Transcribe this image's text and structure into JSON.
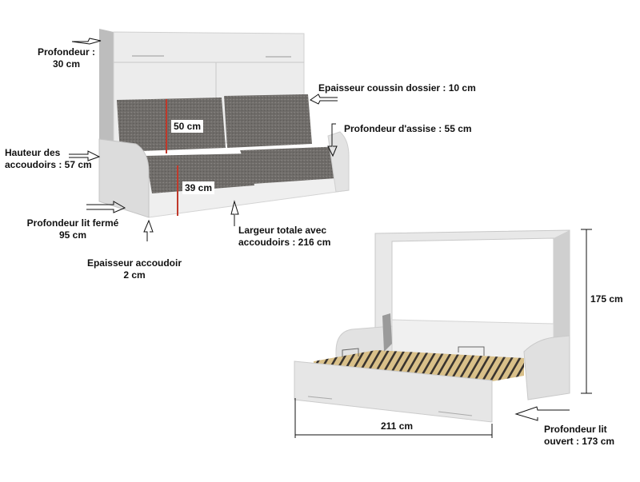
{
  "diagram": {
    "closed_view": {
      "labels": {
        "depth": "Profondeur :",
        "depth_value": "30 cm",
        "backrest_thickness": "Epaisseur coussin dossier : 10 cm",
        "seat_depth": "Profondeur d'assise : 55 cm",
        "armrest_height_line1": "Hauteur des",
        "armrest_height_line2": "accoudoirs : 57 cm",
        "closed_bed_depth_line1": "Profondeur lit fermé",
        "closed_bed_depth_line2": "95 cm",
        "armrest_thickness_line1": "Epaisseur accoudoir",
        "armrest_thickness_line2": "2 cm",
        "total_width_line1": "Largeur totale avec",
        "total_width_line2": "accoudoirs : 216 cm",
        "backrest_height": "50 cm",
        "seat_height": "39 cm"
      },
      "colors": {
        "cabinet": "#e9e9e9",
        "cushion": "#6e6b68",
        "measure_line": "#c0392b"
      }
    },
    "open_view": {
      "labels": {
        "height": "175 cm",
        "width": "211 cm",
        "open_bed_depth_line1": "Profondeur lit",
        "open_bed_depth_line2": "ouvert : 173 cm"
      },
      "colors": {
        "cabinet": "#e6e6e6",
        "slats": "#d8c08a"
      }
    }
  }
}
